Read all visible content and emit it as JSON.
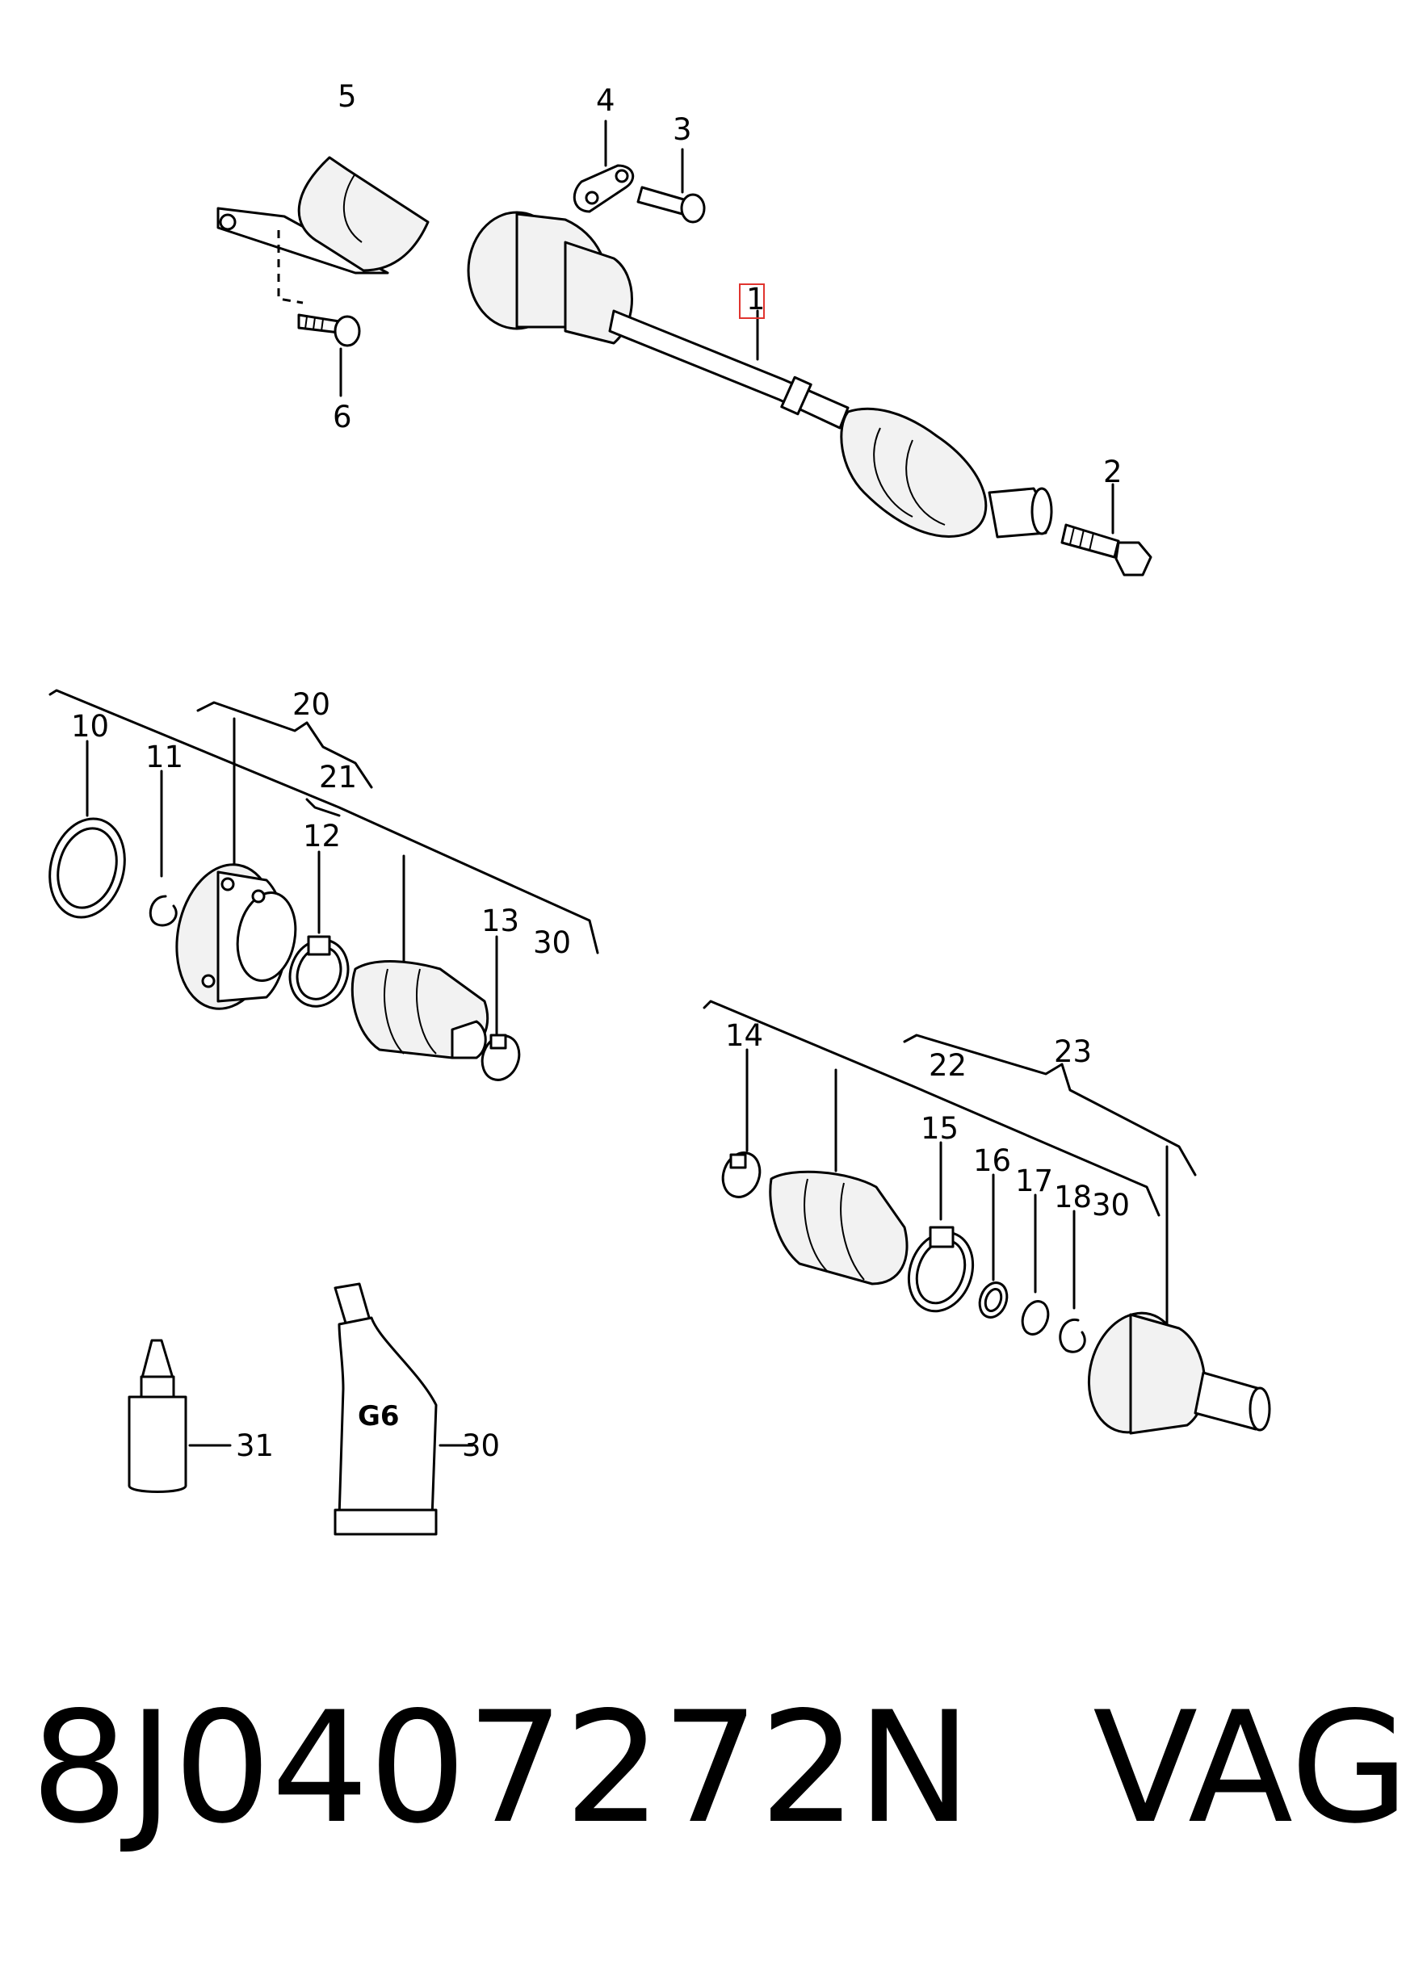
{
  "callouts": {
    "c1": "1",
    "c2": "2",
    "c3": "3",
    "c4": "4",
    "c5": "5",
    "c6": "6",
    "c10": "10",
    "c11": "11",
    "c12": "12",
    "c13": "13",
    "c14": "14",
    "c15": "15",
    "c16": "16",
    "c17": "17",
    "c18": "18",
    "c20": "20",
    "c21": "21",
    "c22": "22",
    "c23": "23",
    "c30a": "30",
    "c30b": "30",
    "c30c": "30",
    "c31": "31"
  },
  "tube_text": "G6",
  "footer": {
    "part_number": "8J0407272N",
    "brand": "VAG"
  },
  "colors": {
    "highlight": "#e0342f",
    "ink": "#000000"
  }
}
